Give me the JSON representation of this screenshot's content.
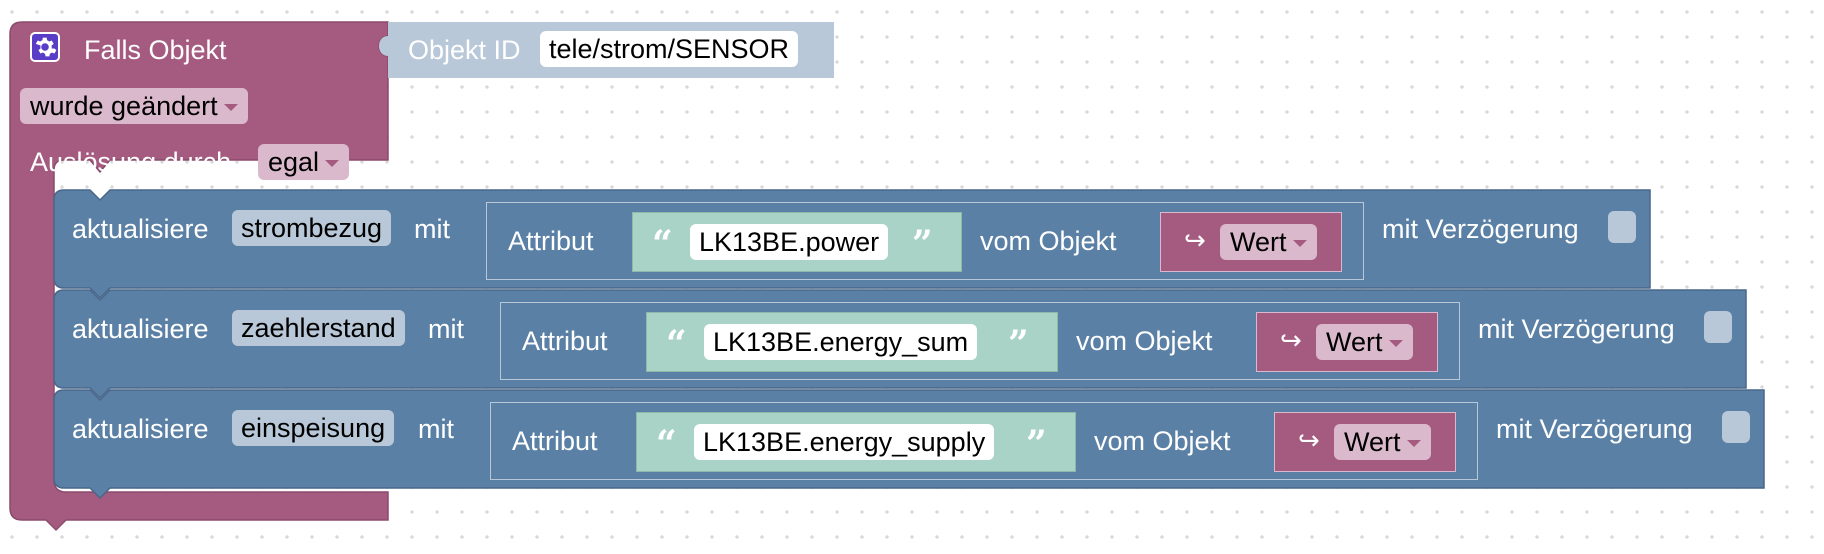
{
  "event_block": {
    "title": "Falls Objekt",
    "icon": "gear-icon",
    "trigger_dropdown": "wurde geändert",
    "ack_label": "Auslösung durch",
    "ack_dropdown": "egal",
    "color": "#a55b80"
  },
  "object_id_block": {
    "label": "Objekt ID",
    "value": "tele/strom/SENSOR"
  },
  "update_blocks": [
    {
      "prefix": "aktualisiere",
      "variable": "strombezug",
      "with": "mit",
      "attr_label": "Attribut",
      "attr_path": "LK13BE.power",
      "from_label": "vom Objekt",
      "source_dropdown": "Wert",
      "delay_label": "mit Verzögerung"
    },
    {
      "prefix": "aktualisiere",
      "variable": "zaehlerstand",
      "with": "mit",
      "attr_label": "Attribut",
      "attr_path": "LK13BE.energy_sum",
      "from_label": "vom Objekt",
      "source_dropdown": "Wert",
      "delay_label": "mit Verzögerung"
    },
    {
      "prefix": "aktualisiere",
      "variable": "einspeisung",
      "with": "mit",
      "attr_label": "Attribut",
      "attr_path": "LK13BE.energy_supply",
      "from_label": "vom Objekt",
      "source_dropdown": "Wert",
      "delay_label": "mit Verzögerung"
    }
  ],
  "colors": {
    "event_block": "#a55b80",
    "variable_block": "#5b80a5",
    "text_block": "#a9d3c6",
    "field_light": "#b8c8d8"
  },
  "icons": {
    "quote_open": "“",
    "quote_close": "”",
    "return_arrow": "↪"
  }
}
